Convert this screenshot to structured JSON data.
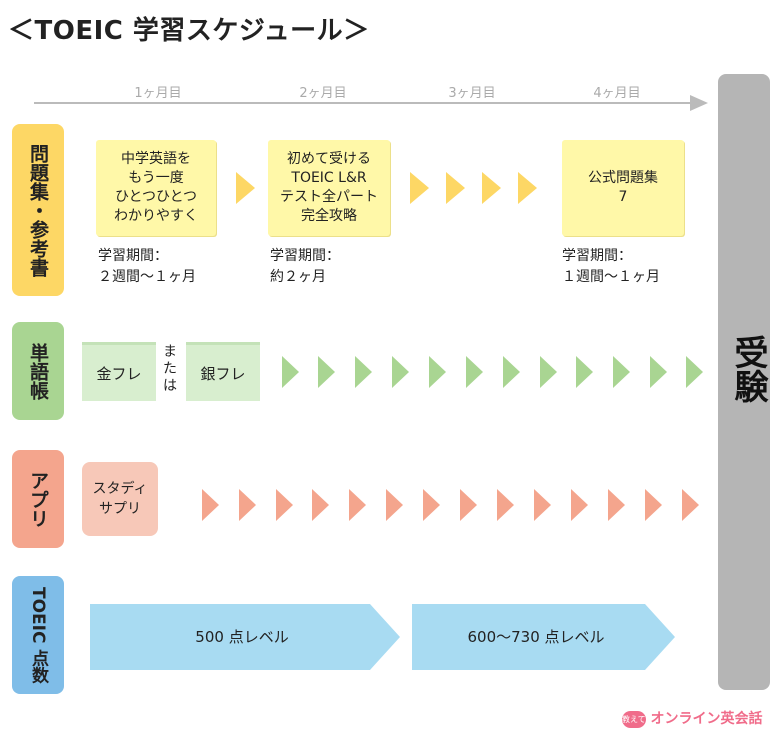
{
  "title": "＜TOEIC 学習スケジュール＞",
  "months": [
    "1ヶ月目",
    "2ヶ月目",
    "3ヶ月目",
    "4ヶ月目"
  ],
  "exam_label": "受験",
  "rows": {
    "books": {
      "label": "問題集・参考書",
      "color": "#fdd765"
    },
    "vocab": {
      "label": "単語帳",
      "color": "#a9d592"
    },
    "app": {
      "label": "アプリ",
      "color": "#f4a58d"
    },
    "score": {
      "label": "TOEIC 点数",
      "color": "#7fbde8"
    }
  },
  "books": [
    {
      "note": "中学英語を\nもう一度\nひとつひとつ\nわかりやすく",
      "period": "学習期間：\n２週間〜１ヶ月"
    },
    {
      "note": "初めて受ける\nTOEIC L&R\nテスト全パート\n完全攻略",
      "period": "学習期間：\n約２ヶ月"
    },
    {
      "note": "公式問題集\n7",
      "period": "学習期間：\n１週間〜１ヶ月"
    }
  ],
  "vocab": {
    "book1": "金フレ",
    "or": "または",
    "book2": "銀フレ"
  },
  "app": {
    "label": "スタディ\nサプリ"
  },
  "score_bands": [
    "500 点レベル",
    "600〜730 点レベル"
  ],
  "logo": {
    "badge": "教えて!",
    "text": "オンライン英会話"
  },
  "colors": {
    "arrow_yellow": "#fdd765",
    "arrow_green": "#a9d592",
    "arrow_orange": "#f4a58d",
    "band_blue": "#a8dbf2",
    "timeline": "#bbbbbb",
    "exam_bar": "#b5b5b5"
  }
}
